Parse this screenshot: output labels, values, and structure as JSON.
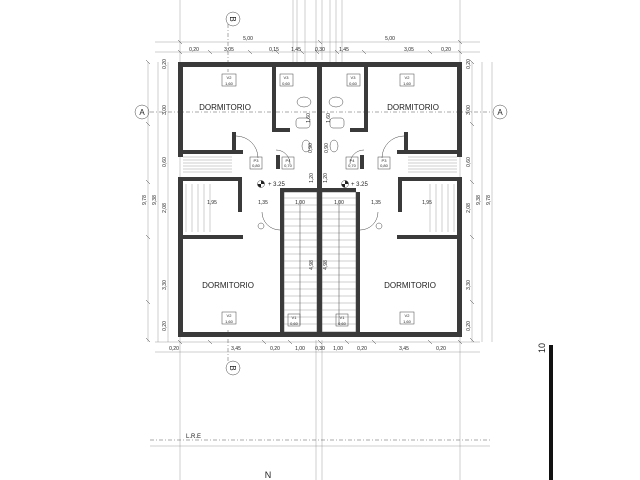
{
  "rooms": {
    "top_left": "DORMITORIO",
    "top_right": "DORMITORIO",
    "bottom_left": "DORMITORIO",
    "bottom_right": "DORMITORIO"
  },
  "axes": {
    "a": "A",
    "b": "B"
  },
  "levels": {
    "left": "+ 3.25",
    "right": "+ 3.25"
  },
  "dims_top": {
    "total_left": "5,00",
    "total_right": "5,00",
    "segments": [
      "0,20",
      "3,05",
      "0,15",
      "1,45",
      "0,30",
      "1,45",
      "3,05",
      "0,20"
    ]
  },
  "dims_bottom": {
    "segments": [
      "0,20",
      "3,45",
      "0,20",
      "1,00",
      "0,30",
      "1,00",
      "0,20",
      "3,45",
      "0,20"
    ]
  },
  "dims_left": {
    "total_outer": "9,78",
    "total_inner": "9,38",
    "segments": [
      "0,20",
      "3,00",
      "0,60",
      "2,08",
      "3,30",
      "0,20"
    ]
  },
  "dims_right": {
    "total_outer": "9,78",
    "total_inner": "9,38",
    "segments": [
      "0,20",
      "3,00",
      "0,60",
      "2,08",
      "3,30",
      "0,20"
    ]
  },
  "dims_internal": {
    "hall_left": "1,95",
    "hall_left_2": "1,35",
    "stair_left": "1,00",
    "stair_right": "1,00",
    "hall_right_2": "1,35",
    "hall_right": "1,95",
    "bath_h_left": "1,60",
    "bath_h_right": "1,60",
    "bath_w_left": "0,90",
    "bath_w_right": "0,90",
    "hall_h_left": "1,20",
    "hall_h_right": "1,20",
    "stair_h_left": "4,98",
    "stair_h_right": "4,98"
  },
  "windows": {
    "top_left": [
      "V2",
      "1,60"
    ],
    "top_right": [
      "V2",
      "1,60"
    ],
    "bath_left": [
      "V3",
      "0,60"
    ],
    "bath_right": [
      "V3",
      "0,60"
    ],
    "bottom_left": [
      "V2",
      "1,60"
    ],
    "bottom_right": [
      "V2",
      "1,60"
    ],
    "stair_left": [
      "V1",
      "0,60"
    ],
    "stair_right": [
      "V1",
      "0,60"
    ]
  },
  "doors": {
    "p3_left": [
      "P3",
      "0,80"
    ],
    "p4_left": [
      "P4",
      "0,70"
    ],
    "p3_right": [
      "P3",
      "0,80"
    ],
    "p4_right": [
      "P4",
      "0,70"
    ]
  },
  "lre": "L.R.E",
  "north": "N",
  "scale": "10"
}
